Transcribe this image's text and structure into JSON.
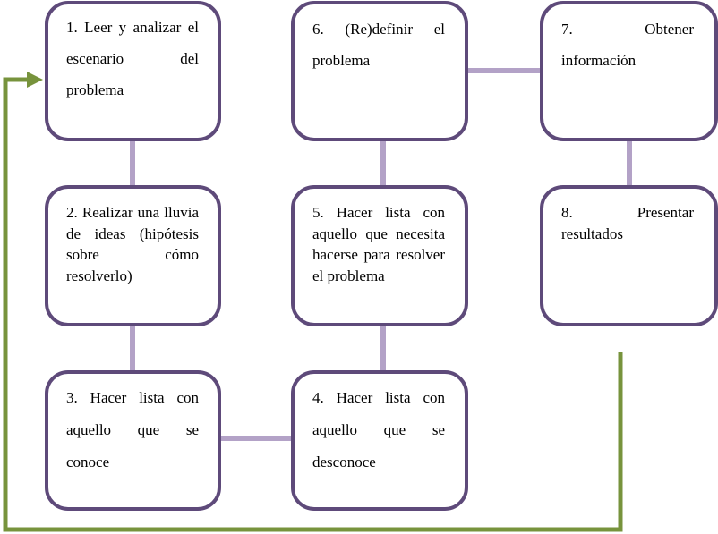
{
  "diagram": {
    "steps": [
      {
        "number": "1.",
        "text": "1. Leer y analizar el escenario del problema"
      },
      {
        "number": "2.",
        "text": "2. Realizar una lluvia de ideas (hipótesis sobre cómo resolverlo)"
      },
      {
        "number": "3.",
        "text": "3. Hacer lista con aquello que se conoce"
      },
      {
        "number": "4.",
        "text": "4. Hacer lista con aquello que se desconoce"
      },
      {
        "number": "5.",
        "text": "5. Hacer lista con aquello que necesita hacerse para resolver el problema"
      },
      {
        "number": "6.",
        "text": "6. (Re)definir el problema"
      },
      {
        "number": "7.",
        "text": "7. Obtener información"
      },
      {
        "number": "8.",
        "text": "8. Presentar resultados"
      }
    ],
    "colors": {
      "box_border": "#5e4a7a",
      "connector": "#b3a2c7",
      "feedback_arrow": "#77933c",
      "text": "#000000",
      "background": "#ffffff"
    }
  }
}
